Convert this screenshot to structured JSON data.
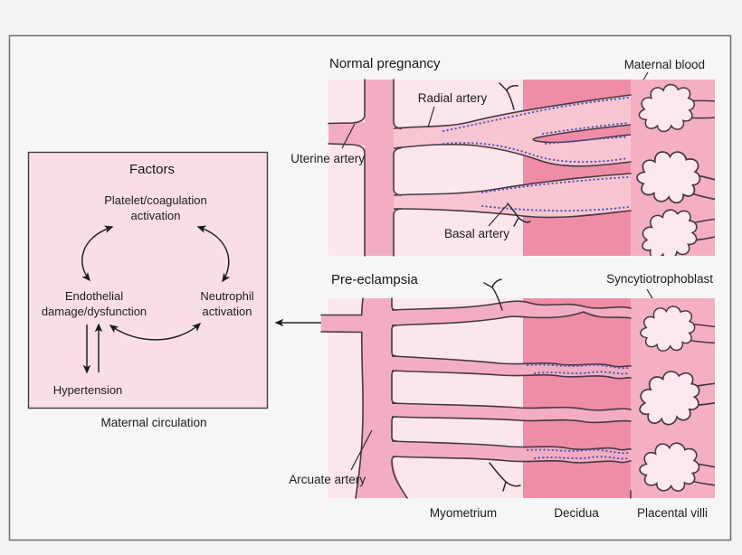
{
  "colors": {
    "frame_bg": "#f7f6f7",
    "frame_border": "#6e6e6e",
    "myometrium": "#fbe6ec",
    "decidua": "#ef8ca6",
    "villi_zone": "#f5afc2",
    "artery": "#f3adc2",
    "lumen": "#f8c5d2",
    "villus_fill": "#fbe7ee",
    "factors_box": "#fadee6",
    "dots": "#5058b0",
    "ink": "#1b1b1b"
  },
  "factors_panel": {
    "title": "Factors",
    "nodes": {
      "platelet_line1": "Platelet/coagulation",
      "platelet_line2": "activation",
      "endothelial_line1": "Endothelial",
      "endothelial_line2": "damage/dysfunction",
      "neutrophil_line1": "Neutrophil",
      "neutrophil_line2": "activation",
      "hypertension": "Hypertension"
    },
    "caption": "Maternal circulation"
  },
  "normal_panel": {
    "title": "Normal pregnancy",
    "labels": {
      "maternal_blood": "Maternal blood",
      "uterine_artery": "Uterine artery",
      "radial_artery": "Radial artery",
      "basal_artery": "Basal artery"
    }
  },
  "preeclampsia_panel": {
    "title": "Pre-eclampsia",
    "labels": {
      "syncytiotrophoblast": "Syncytiotrophoblast",
      "arcuate_artery": "Arcuate artery"
    }
  },
  "zone_labels": {
    "myometrium": "Myometrium",
    "decidua": "Decidua",
    "placental_villi": "Placental villi"
  }
}
